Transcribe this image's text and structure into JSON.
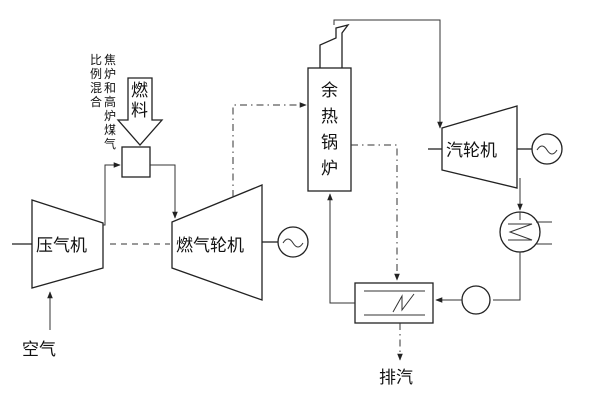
{
  "labels": {
    "compressor": "压气机",
    "gas_turbine": "燃气轮机",
    "steam_turbine": "汽轮机",
    "hrsg": [
      "余",
      "热",
      "锅",
      "炉"
    ],
    "fuel": [
      "燃",
      "料"
    ],
    "air": "空气",
    "exhaust": "排汽",
    "fuel_mix_col1": [
      "比",
      "例",
      "混",
      "合"
    ],
    "fuel_mix_col2": [
      "焦",
      "炉",
      "和",
      "高",
      "炉",
      "煤",
      "气"
    ]
  },
  "colors": {
    "line": "#222222",
    "background": "#ffffff"
  },
  "icons": {
    "generator": "generator-icon",
    "condenser": "condenser-icon",
    "pump": "pump-icon",
    "heat_exchanger": "heat-exchanger-icon",
    "fuel_arrow": "fuel-arrow-icon"
  }
}
